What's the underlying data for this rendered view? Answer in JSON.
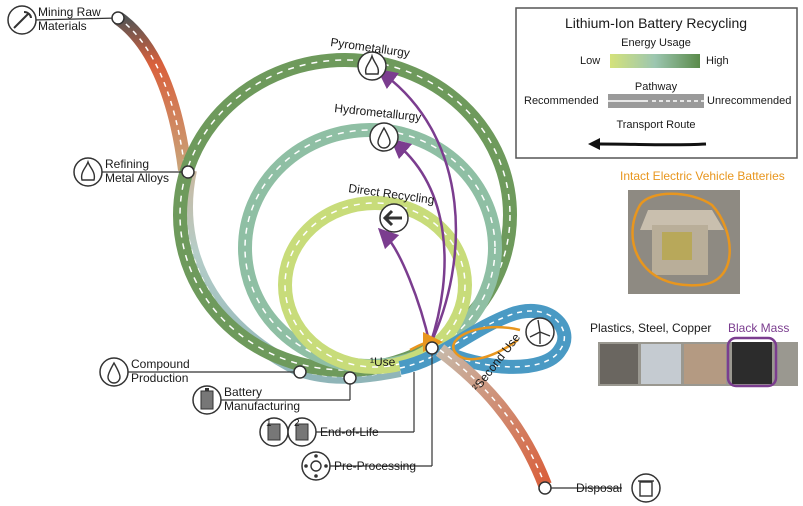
{
  "legend": {
    "title": "Lithium-Ion Battery Recycling",
    "energy_heading": "Energy Usage",
    "energy_low": "Low",
    "energy_high": "High",
    "pathway_heading": "Pathway",
    "pathway_recommended": "Recommended",
    "pathway_unrecommended": "Unrecommended",
    "transport_heading": "Transport Route"
  },
  "stages": {
    "mining_line1": "Mining Raw",
    "mining_line2": "Materials",
    "refining_line1": "Refining",
    "refining_line2": "Metal Alloys",
    "compound_line1": "Compound",
    "compound_line2": "Production",
    "battery_line1": "Battery",
    "battery_line2": "Manufacturing",
    "first_use": "¹Use",
    "second_use": "²Second Use",
    "end_of_life": "End-of-Life",
    "pre_processing": "Pre-Processing",
    "disposal": "Disposal"
  },
  "recycling": {
    "pyro": "Pyrometallurgy",
    "hydro": "Hydrometallurgy",
    "direct": "Direct Recycling"
  },
  "photos": {
    "ev_caption": "Intact Electric Vehicle Batteries",
    "materials_caption": "Plastics, Steel, Copper",
    "black_mass_caption": "Black Mass"
  },
  "icons": {
    "end_of_life_num1": "1",
    "end_of_life_num2": "2"
  },
  "colors": {
    "energy_low": "#d4e27a",
    "energy_high": "#5a8a4a",
    "transport": "#7b3d8f",
    "orange": "#e8961e",
    "disposal_red": "#d9603c",
    "use_blue": "#4a9ac4"
  }
}
